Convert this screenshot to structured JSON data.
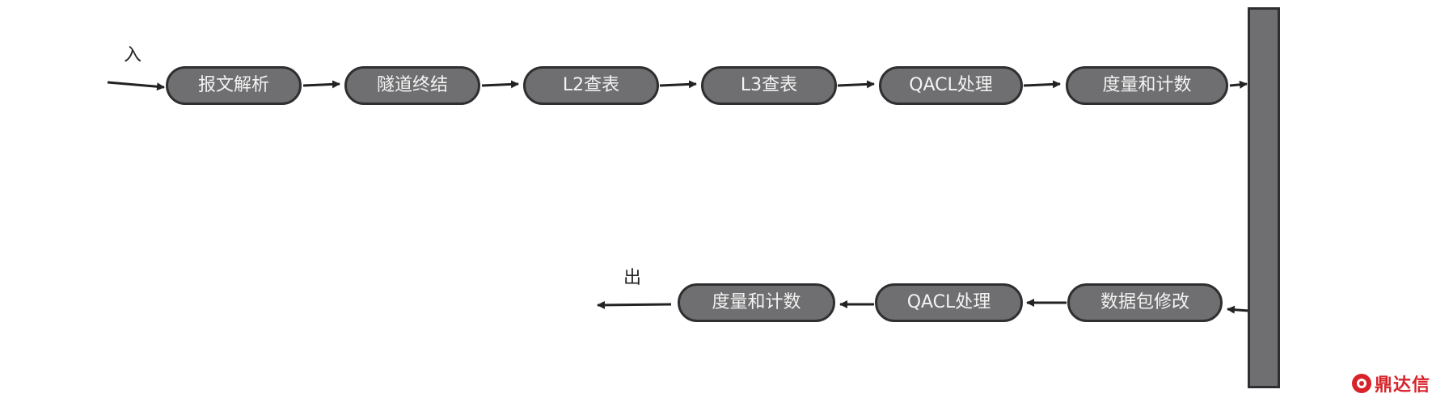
{
  "diagram": {
    "input_label": "入",
    "output_label": "出",
    "top_row": [
      "报文解析",
      "隧道终结",
      "L2查表",
      "L3查表",
      "QACL处理",
      "度量和计数"
    ],
    "bottom_row": [
      "数据包修改",
      "QACL处理",
      "度量和计数"
    ]
  },
  "watermark": {
    "text": "鼎达信"
  },
  "colors": {
    "node_fill": "#6f6f71",
    "node_border": "#2f2f31",
    "node_text": "#f3f3f3",
    "arrow": "#222222",
    "brand": "#d8232a"
  }
}
